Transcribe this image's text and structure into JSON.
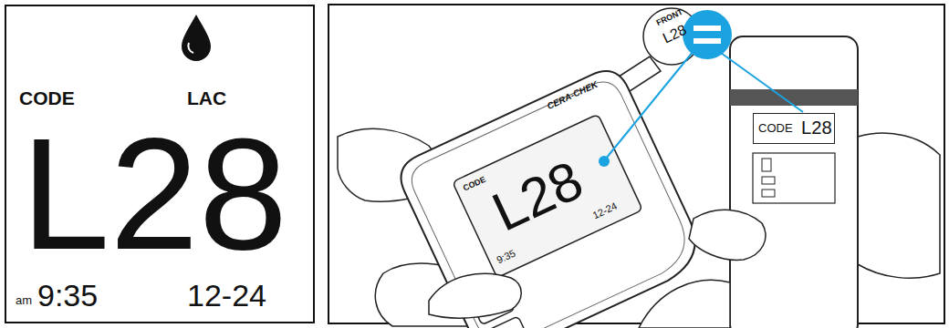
{
  "diagram": {
    "nodes": [
      {
        "text": [
          "CODE",
          "LAC",
          "L28",
          "am",
          "9:35",
          "12-24"
        ]
      },
      {
        "text": [
          "CODE",
          "L28",
          "9:35",
          "12-24"
        ]
      },
      {
        "text": [
          "CODE",
          "L28"
        ]
      }
    ],
    "labels": [
      "CERA-CHEK",
      "FRONT",
      "L28"
    ]
  }
}
